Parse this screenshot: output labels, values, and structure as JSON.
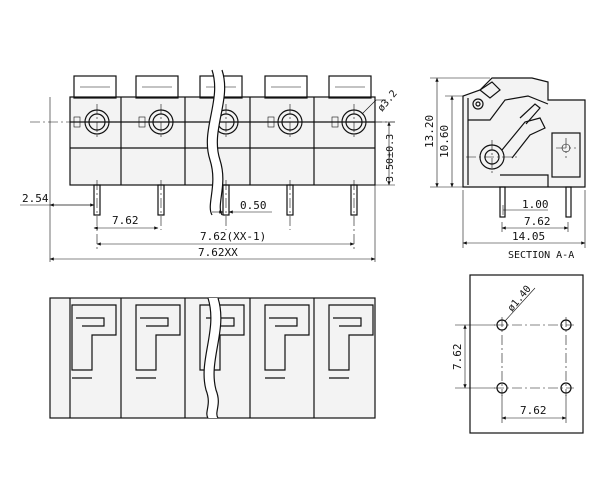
{
  "front_view": {
    "labels": {
      "pitch_2_54": "2.54",
      "pitch_7_62": "7.62",
      "pin_width": "0.50",
      "span_inner": "7.62(XX-1)",
      "span_total": "7.62XX",
      "hole_dia": "ø3.2",
      "hole_height": "3.50±0.3"
    }
  },
  "side_view": {
    "labels": {
      "height_total": "13.20",
      "height_body": "10.60",
      "pin_offset": "1.00",
      "pin_pitch": "7.62",
      "depth": "14.05",
      "section": "SECTION A-A"
    }
  },
  "pcb_layout": {
    "labels": {
      "hole_dia": "ø1.40",
      "pitch_v": "7.62",
      "pitch_h": "7.62"
    }
  }
}
